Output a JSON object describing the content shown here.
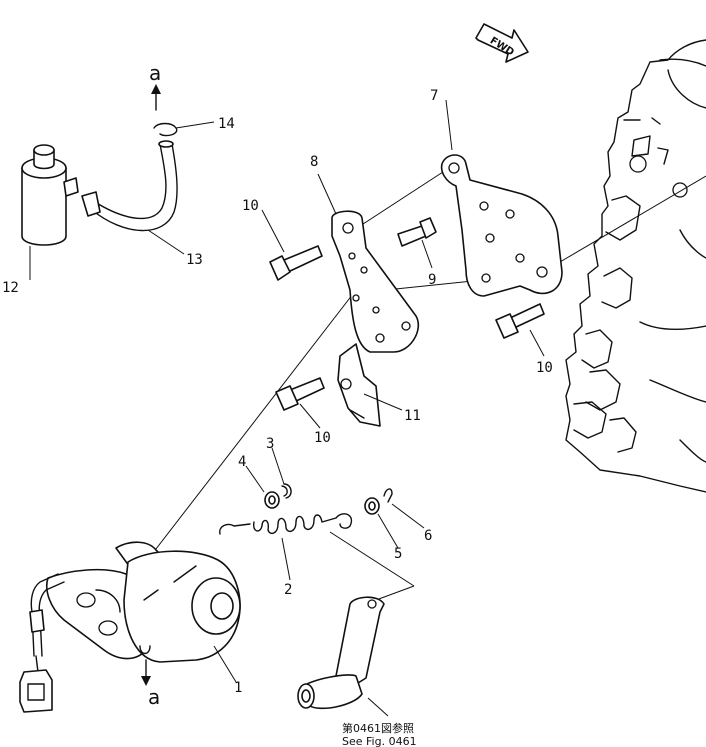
{
  "labels": {
    "p1": "1",
    "p2": "2",
    "p3": "3",
    "p4": "4",
    "p5": "5",
    "p6": "6",
    "p7": "7",
    "p8": "8",
    "p9": "9",
    "p10a": "10",
    "p10b": "10",
    "p10c": "10",
    "p11": "11",
    "p12": "12",
    "p13": "13",
    "p14": "14"
  },
  "refs": {
    "top": "a",
    "bottom": "a"
  },
  "fwd": "FWD",
  "note": {
    "jp": "第0461図参照",
    "en": "See Fig. 0461"
  }
}
